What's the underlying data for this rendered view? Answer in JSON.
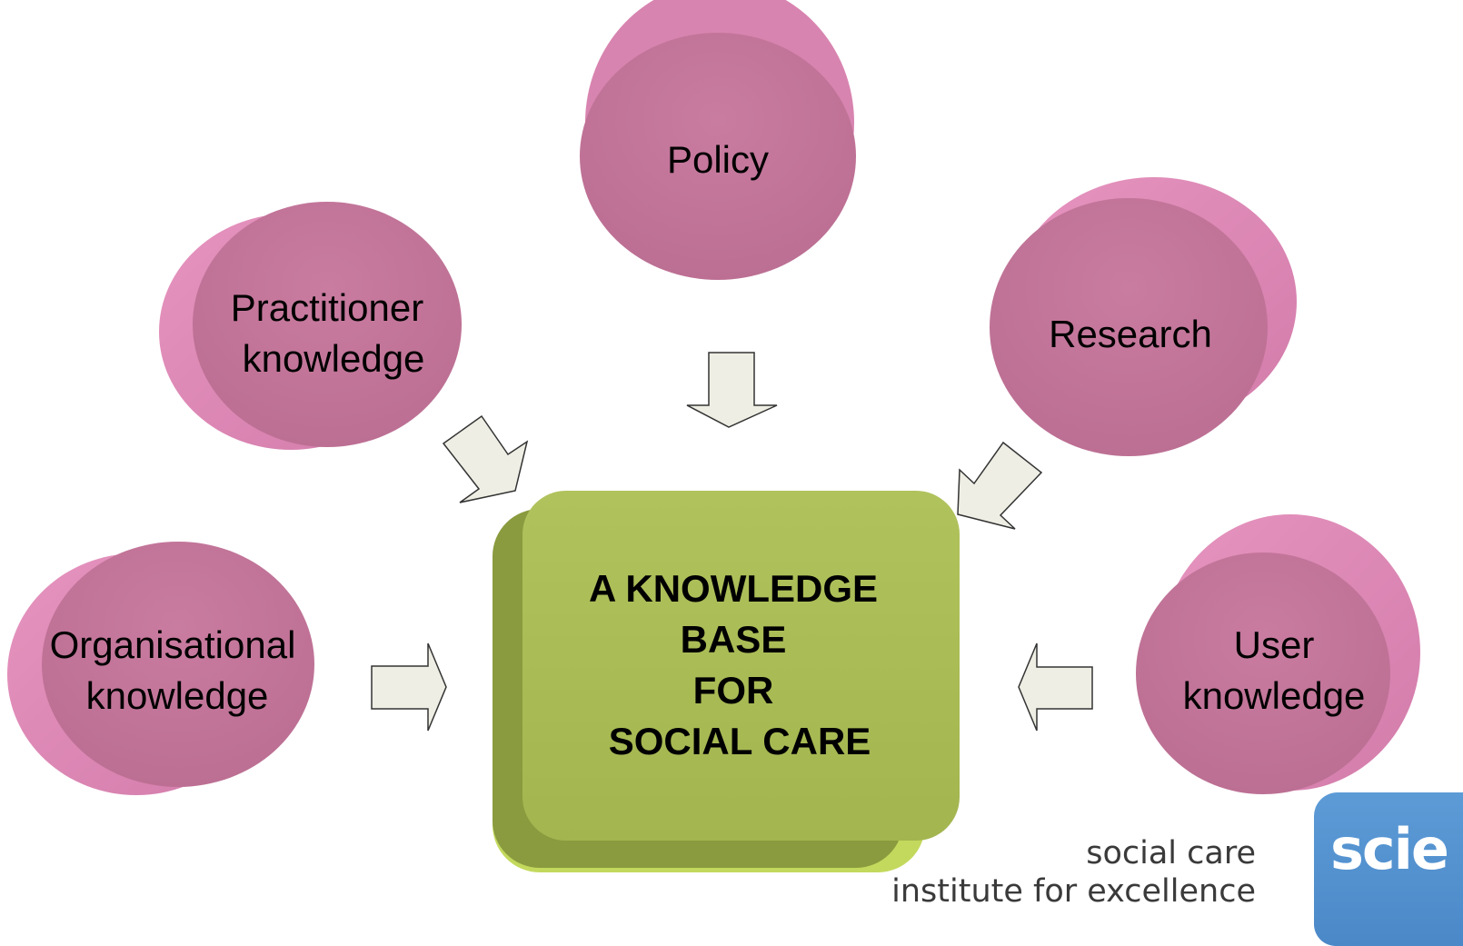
{
  "nodes": {
    "policy": {
      "lines": [
        "Policy"
      ]
    },
    "practitioner": {
      "lines": [
        "Practitioner",
        "knowledge"
      ]
    },
    "research": {
      "lines": [
        "Research"
      ]
    },
    "organisational": {
      "lines": [
        "Organisational",
        "knowledge"
      ]
    },
    "user": {
      "lines": [
        "User",
        "knowledge"
      ]
    }
  },
  "center": {
    "lines": [
      "A KNOWLEDGE",
      "BASE",
      "FOR",
      "SOCIAL CARE"
    ]
  },
  "logo": {
    "line1": "social care",
    "line2": "institute for excellence",
    "mark": "scie"
  },
  "colors": {
    "node_face": "#c27598",
    "node_side": "#dc87b4",
    "center_face": "#a9bb55",
    "center_side": "#c2d85c",
    "center_dark": "#899b3e",
    "arrow_fill": "#eeeee4",
    "logo_blue": "#5591d0"
  }
}
